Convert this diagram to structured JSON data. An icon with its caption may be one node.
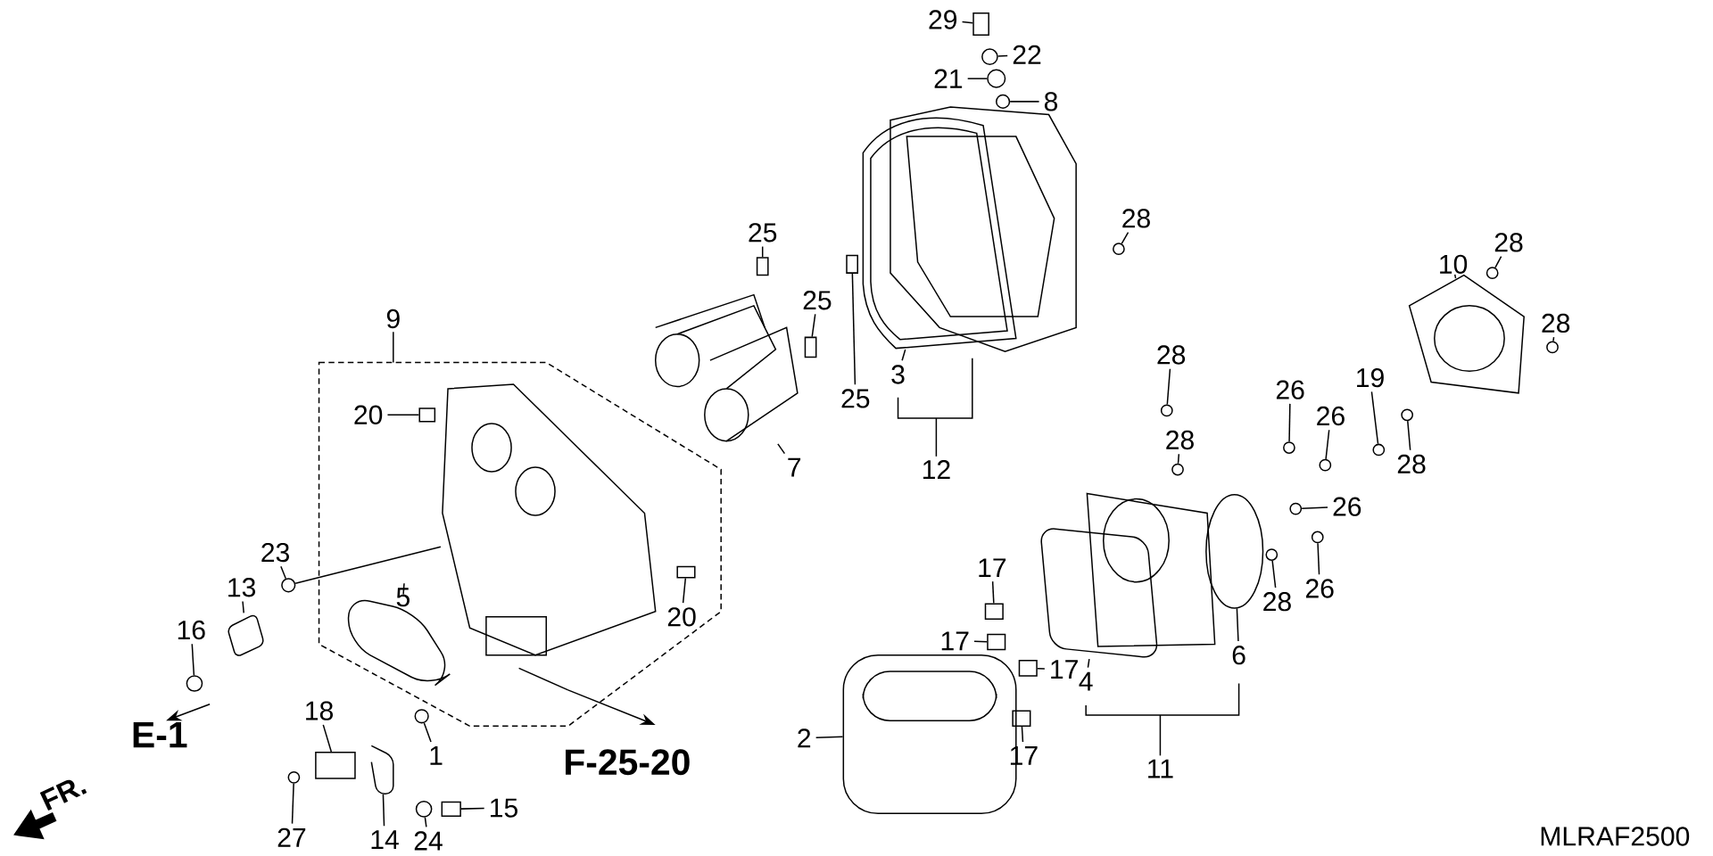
{
  "diagram": {
    "nodes": [
      {
        "text": [
          "29"
        ]
      },
      {
        "text": [
          "22"
        ]
      },
      {
        "text": [
          "21"
        ]
      },
      {
        "text": [
          "8"
        ]
      },
      {
        "text": [
          "28"
        ]
      },
      {
        "text": [
          "25"
        ]
      },
      {
        "text": [
          "28"
        ]
      },
      {
        "text": [
          "10"
        ]
      },
      {
        "text": [
          "25"
        ]
      },
      {
        "text": [
          "28"
        ]
      },
      {
        "text": [
          "20"
        ]
      },
      {
        "text": [
          "28"
        ]
      },
      {
        "text": [
          "3"
        ]
      },
      {
        "text": [
          "19"
        ]
      },
      {
        "text": [
          "26"
        ]
      },
      {
        "text": [
          "25"
        ]
      },
      {
        "text": [
          "26"
        ]
      },
      {
        "text": [
          "28"
        ]
      },
      {
        "text": [
          "28"
        ]
      },
      {
        "text": [
          "7"
        ]
      },
      {
        "text": [
          "26"
        ]
      },
      {
        "text": [
          "23"
        ]
      },
      {
        "text": [
          "17"
        ]
      },
      {
        "text": [
          "13"
        ]
      },
      {
        "text": [
          "26"
        ]
      },
      {
        "text": [
          "5"
        ]
      },
      {
        "text": [
          "28"
        ]
      },
      {
        "text": [
          "20"
        ]
      },
      {
        "text": [
          "16"
        ]
      },
      {
        "text": [
          "17"
        ]
      },
      {
        "text": [
          "6"
        ]
      },
      {
        "text": [
          "17"
        ]
      },
      {
        "text": [
          "4"
        ]
      },
      {
        "text": [
          "18"
        ]
      },
      {
        "text": [
          "2"
        ]
      },
      {
        "text": [
          "1"
        ]
      },
      {
        "text": [
          "17"
        ]
      },
      {
        "text": [
          "15"
        ]
      },
      {
        "text": [
          "27"
        ]
      },
      {
        "text": [
          "14"
        ]
      },
      {
        "text": [
          "24"
        ]
      },
      {
        "text": [],
        "shape": "box"
      },
      {
        "text": [],
        "shape": "circle"
      },
      {
        "text": [],
        "shape": "circle"
      },
      {
        "text": [],
        "shape": "circle"
      },
      {
        "text": [],
        "shape": "circle"
      },
      {
        "text": [],
        "shape": "box"
      },
      {
        "text": [],
        "shape": "circle"
      },
      {
        "text": [],
        "shape": "picture"
      },
      {
        "text": [],
        "shape": "box"
      },
      {
        "text": [],
        "shape": "circle"
      },
      {
        "text": [],
        "shape": "box"
      },
      {
        "text": [],
        "shape": "circle"
      },
      {
        "text": [],
        "shape": "picture"
      },
      {
        "text": [],
        "shape": "circle"
      },
      {
        "text": [],
        "shape": "circle"
      },
      {
        "text": [],
        "shape": "box"
      },
      {
        "text": [],
        "shape": "circle"
      },
      {
        "text": [],
        "shape": "circle"
      },
      {
        "text": [],
        "shape": "circle"
      },
      {
        "text": [],
        "shape": "picture"
      },
      {
        "text": [],
        "shape": "circle"
      },
      {
        "text": [],
        "shape": "circle"
      },
      {
        "text": [],
        "shape": "box"
      },
      {
        "text": [],
        "shape": "picture"
      },
      {
        "text": [],
        "shape": "circle"
      },
      {
        "text": [],
        "shape": "picture"
      },
      {
        "text": [],
        "shape": "circle"
      },
      {
        "text": [],
        "shape": "box"
      },
      {
        "text": [],
        "shape": "circle"
      },
      {
        "text": [],
        "shape": "box"
      },
      {
        "text": [],
        "shape": "circle"
      },
      {
        "text": [],
        "shape": "box"
      },
      {
        "text": [],
        "shape": "picture"
      },
      {
        "text": [],
        "shape": "box"
      },
      {
        "text": [],
        "shape": "picture"
      },
      {
        "text": [],
        "shape": "circle"
      },
      {
        "text": [],
        "shape": "box"
      },
      {
        "text": [],
        "shape": "box"
      },
      {
        "text": [],
        "shape": "circle"
      },
      {
        "text": [],
        "shape": "picture"
      },
      {
        "text": [],
        "shape": "circle"
      },
      {
        "text": [],
        "shape": "picture"
      }
    ],
    "edges": [
      {
        "from": 0,
        "to": 41,
        "arrow": "none"
      },
      {
        "from": 1,
        "to": 42,
        "arrow": "none"
      },
      {
        "from": 2,
        "to": 43,
        "arrow": "none"
      },
      {
        "from": 3,
        "to": 44,
        "arrow": "none"
      },
      {
        "from": 4,
        "to": 45,
        "arrow": "none"
      },
      {
        "from": 5,
        "to": 46,
        "arrow": "none"
      },
      {
        "from": 6,
        "to": 47,
        "arrow": "none"
      },
      {
        "from": 7,
        "to": 48,
        "arrow": "none"
      },
      {
        "from": 8,
        "to": 49,
        "arrow": "none"
      },
      {
        "from": 9,
        "to": 50,
        "arrow": "none"
      },
      {
        "from": 10,
        "to": 51,
        "arrow": "none"
      },
      {
        "from": 11,
        "to": 52,
        "arrow": "none"
      },
      {
        "from": 12,
        "to": 53,
        "arrow": "none"
      },
      {
        "from": 13,
        "to": 54,
        "arrow": "none"
      },
      {
        "from": 14,
        "to": 55,
        "arrow": "none"
      },
      {
        "from": 15,
        "to": 56,
        "arrow": "none"
      },
      {
        "from": 16,
        "to": 57,
        "arrow": "none"
      },
      {
        "from": 17,
        "to": 58,
        "arrow": "none"
      },
      {
        "from": 18,
        "to": 59,
        "arrow": "none"
      },
      {
        "from": 19,
        "to": 60,
        "arrow": "none"
      },
      {
        "from": 20,
        "to": 61,
        "arrow": "none"
      },
      {
        "from": 21,
        "to": 62,
        "arrow": "none"
      },
      {
        "from": 22,
        "to": 63,
        "arrow": "none"
      },
      {
        "from": 23,
        "to": 64,
        "arrow": "none"
      },
      {
        "from": 24,
        "to": 65,
        "arrow": "none"
      },
      {
        "from": 25,
        "to": 66,
        "arrow": "none"
      },
      {
        "from": 26,
        "to": 67,
        "arrow": "none"
      },
      {
        "from": 27,
        "to": 68,
        "arrow": "none"
      },
      {
        "from": 28,
        "to": 69,
        "arrow": "none"
      },
      {
        "from": 29,
        "to": 70,
        "arrow": "none"
      },
      {
        "from": 30,
        "to": 71,
        "arrow": "none"
      },
      {
        "from": 31,
        "to": 72,
        "arrow": "none"
      },
      {
        "from": 32,
        "to": 73,
        "arrow": "none"
      },
      {
        "from": 33,
        "to": 74,
        "arrow": "none"
      },
      {
        "from": 34,
        "to": 75,
        "arrow": "none"
      },
      {
        "from": 35,
        "to": 76,
        "arrow": "none"
      },
      {
        "from": 36,
        "to": 77,
        "arrow": "none"
      },
      {
        "from": 37,
        "to": 78,
        "arrow": "none"
      },
      {
        "from": 38,
        "to": 79,
        "arrow": "none"
      },
      {
        "from": 39,
        "to": 80,
        "arrow": "none"
      },
      {
        "from": 40,
        "to": 81,
        "arrow": "none"
      },
      {
        "from": 62,
        "to": 82,
        "arrow": "none"
      }
    ],
    "labels": [
      "9",
      "12",
      "11",
      "E-1",
      "F-25-20",
      "FR.",
      "MLRAF2500"
    ]
  }
}
